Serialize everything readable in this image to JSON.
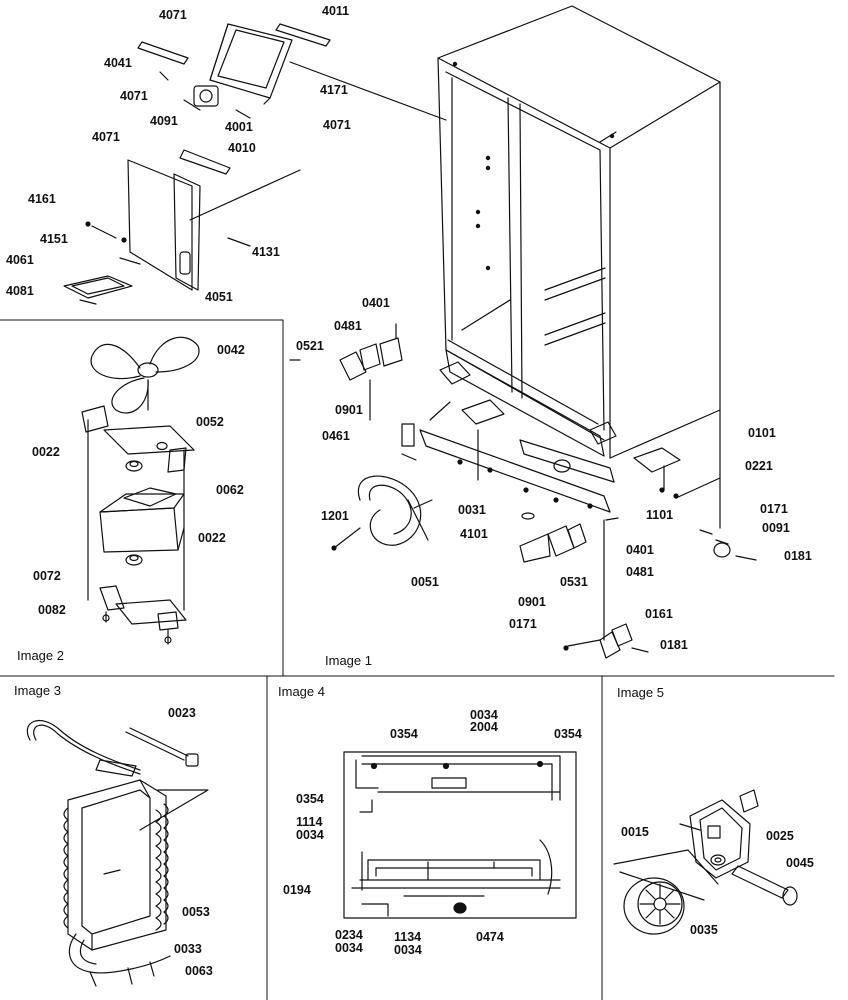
{
  "images": [
    {
      "key": "image1",
      "caption": "Image 1"
    },
    {
      "key": "image2",
      "caption": "Image 2"
    },
    {
      "key": "image3",
      "caption": "Image 3"
    },
    {
      "key": "image4",
      "caption": "Image 4"
    },
    {
      "key": "image5",
      "caption": "Image 5"
    }
  ],
  "parts": [
    {
      "id": "4071a",
      "text": "4071"
    },
    {
      "id": "4011",
      "text": "4011"
    },
    {
      "id": "4041",
      "text": "4041"
    },
    {
      "id": "4071b",
      "text": "4071"
    },
    {
      "id": "4171",
      "text": "4171"
    },
    {
      "id": "4091",
      "text": "4091"
    },
    {
      "id": "4001",
      "text": "4001"
    },
    {
      "id": "4071c",
      "text": "4071"
    },
    {
      "id": "4071d",
      "text": "4071"
    },
    {
      "id": "4010",
      "text": "4010"
    },
    {
      "id": "4161",
      "text": "4161"
    },
    {
      "id": "4151",
      "text": "4151"
    },
    {
      "id": "4131",
      "text": "4131"
    },
    {
      "id": "4061",
      "text": "4061"
    },
    {
      "id": "4081",
      "text": "4081"
    },
    {
      "id": "4051",
      "text": "4051"
    },
    {
      "id": "0042",
      "text": "0042"
    },
    {
      "id": "0052",
      "text": "0052"
    },
    {
      "id": "0022a",
      "text": "0022"
    },
    {
      "id": "0062",
      "text": "0062"
    },
    {
      "id": "0022b",
      "text": "0022"
    },
    {
      "id": "0072",
      "text": "0072"
    },
    {
      "id": "0082",
      "text": "0082"
    },
    {
      "id": "0401a",
      "text": "0401"
    },
    {
      "id": "0481a",
      "text": "0481"
    },
    {
      "id": "0521",
      "text": "0521"
    },
    {
      "id": "0901a",
      "text": "0901"
    },
    {
      "id": "0461",
      "text": "0461"
    },
    {
      "id": "0101",
      "text": "0101"
    },
    {
      "id": "0221",
      "text": "0221"
    },
    {
      "id": "0031",
      "text": "0031"
    },
    {
      "id": "1201",
      "text": "1201"
    },
    {
      "id": "1101",
      "text": "1101"
    },
    {
      "id": "4101",
      "text": "4101"
    },
    {
      "id": "0171a",
      "text": "0171"
    },
    {
      "id": "0091",
      "text": "0091"
    },
    {
      "id": "0401b",
      "text": "0401"
    },
    {
      "id": "0181a",
      "text": "0181"
    },
    {
      "id": "0481b",
      "text": "0481"
    },
    {
      "id": "0531",
      "text": "0531"
    },
    {
      "id": "0051",
      "text": "0051"
    },
    {
      "id": "0901b",
      "text": "0901"
    },
    {
      "id": "0161",
      "text": "0161"
    },
    {
      "id": "0171b",
      "text": "0171"
    },
    {
      "id": "0181b",
      "text": "0181"
    },
    {
      "id": "0023",
      "text": "0023"
    },
    {
      "id": "0053",
      "text": "0053"
    },
    {
      "id": "0033",
      "text": "0033"
    },
    {
      "id": "0063",
      "text": "0063"
    },
    {
      "id": "0034a",
      "text": "0034"
    },
    {
      "id": "2004",
      "text": "2004"
    },
    {
      "id": "0354a",
      "text": "0354"
    },
    {
      "id": "0354b",
      "text": "0354"
    },
    {
      "id": "0354c",
      "text": "0354"
    },
    {
      "id": "1114",
      "text": "1114"
    },
    {
      "id": "0034b",
      "text": "0034"
    },
    {
      "id": "0194",
      "text": "0194"
    },
    {
      "id": "0234",
      "text": "0234"
    },
    {
      "id": "0034c",
      "text": "0034"
    },
    {
      "id": "1134",
      "text": "1134"
    },
    {
      "id": "0034d",
      "text": "0034"
    },
    {
      "id": "0474",
      "text": "0474"
    },
    {
      "id": "0015",
      "text": "0015"
    },
    {
      "id": "0025",
      "text": "0025"
    },
    {
      "id": "0045",
      "text": "0045"
    },
    {
      "id": "0035",
      "text": "0035"
    }
  ]
}
